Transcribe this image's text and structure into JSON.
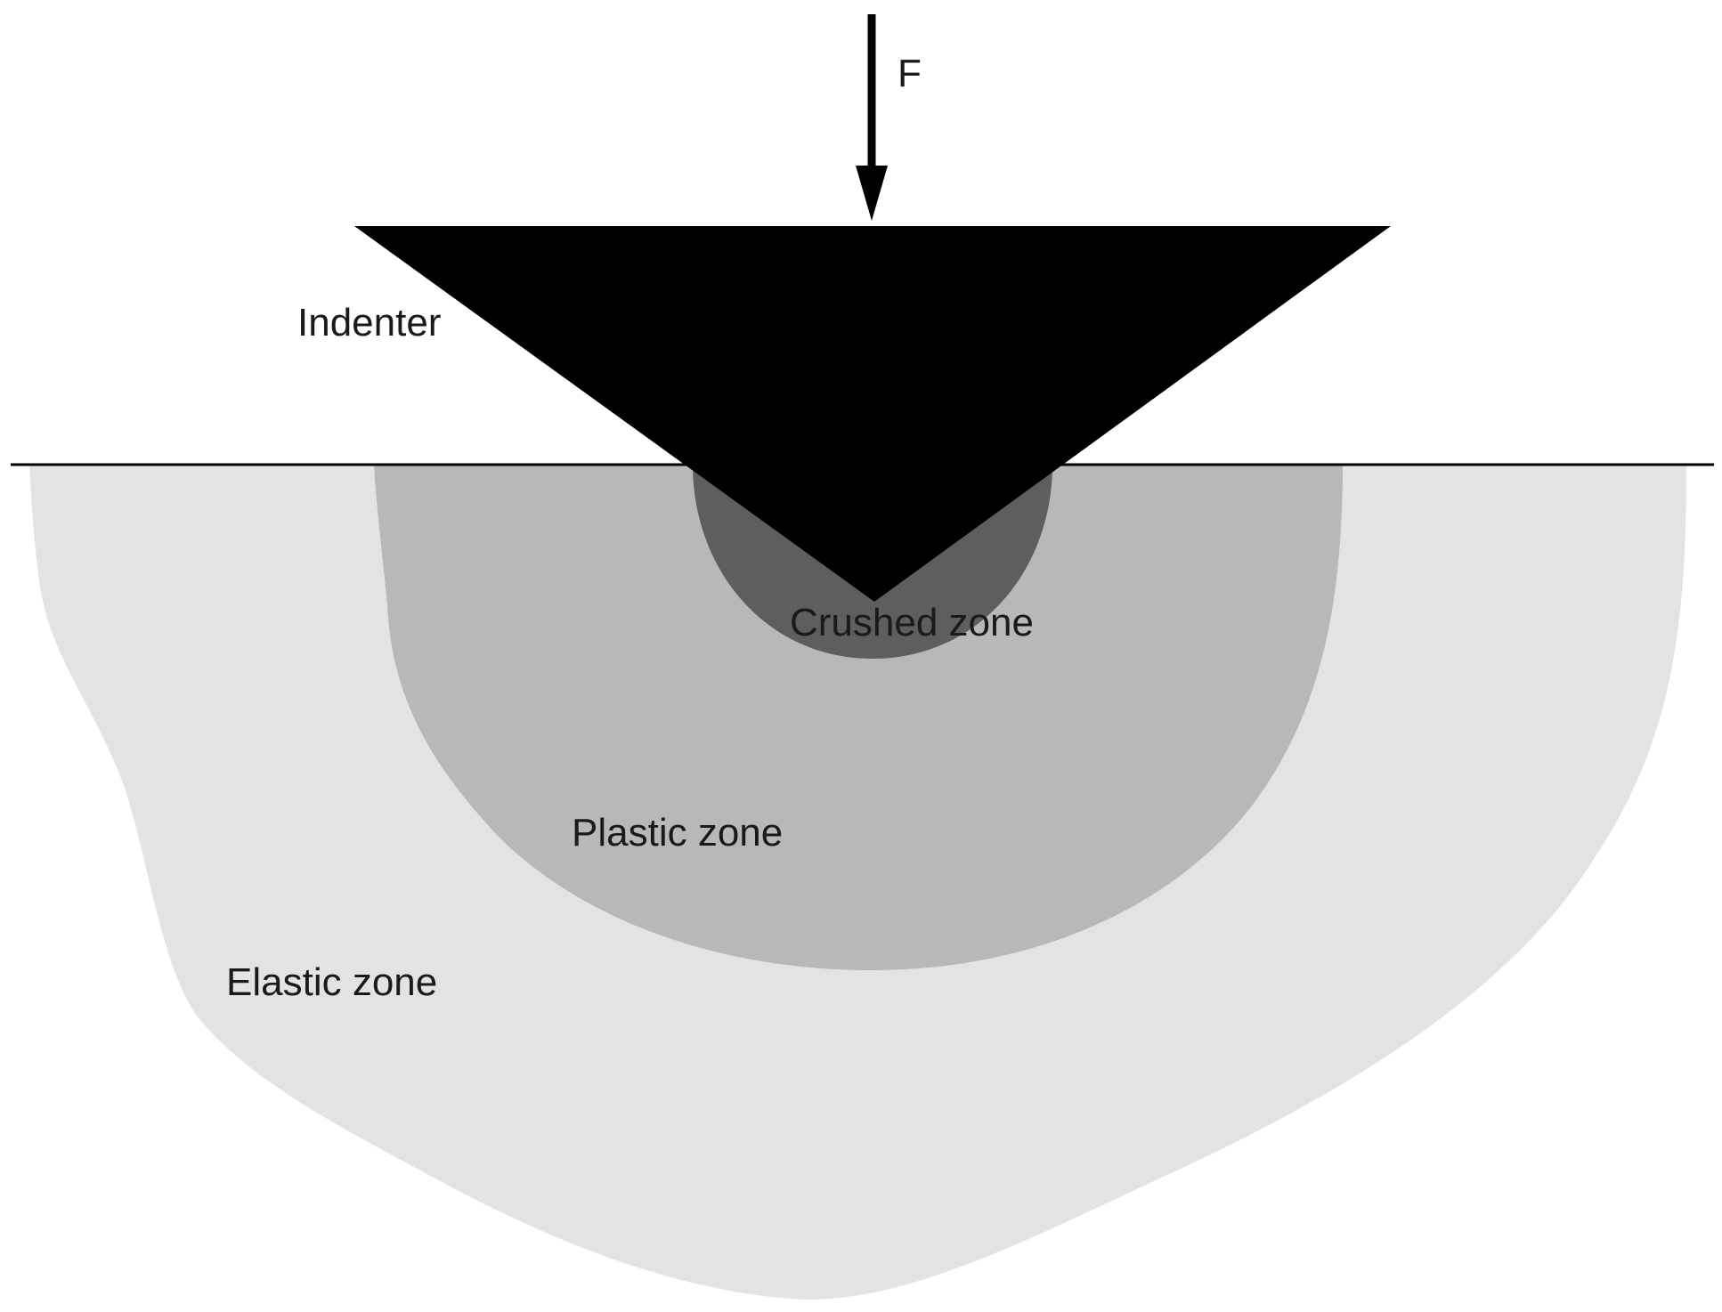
{
  "labels": {
    "force": "F",
    "indenter": "Indenter",
    "crushed_zone": "Crushed zone",
    "plastic_zone": "Plastic zone",
    "elastic_zone": "Elastic zone"
  },
  "colors": {
    "background": "#ffffff",
    "indenter": "#000000",
    "surface_line": "#000000",
    "force_arrow": "#000000",
    "elastic_zone": "#e3e3e3",
    "plastic_zone": "#b8b8b8",
    "crushed_zone": "#5e5e5e",
    "text": "#1a1a1a"
  }
}
